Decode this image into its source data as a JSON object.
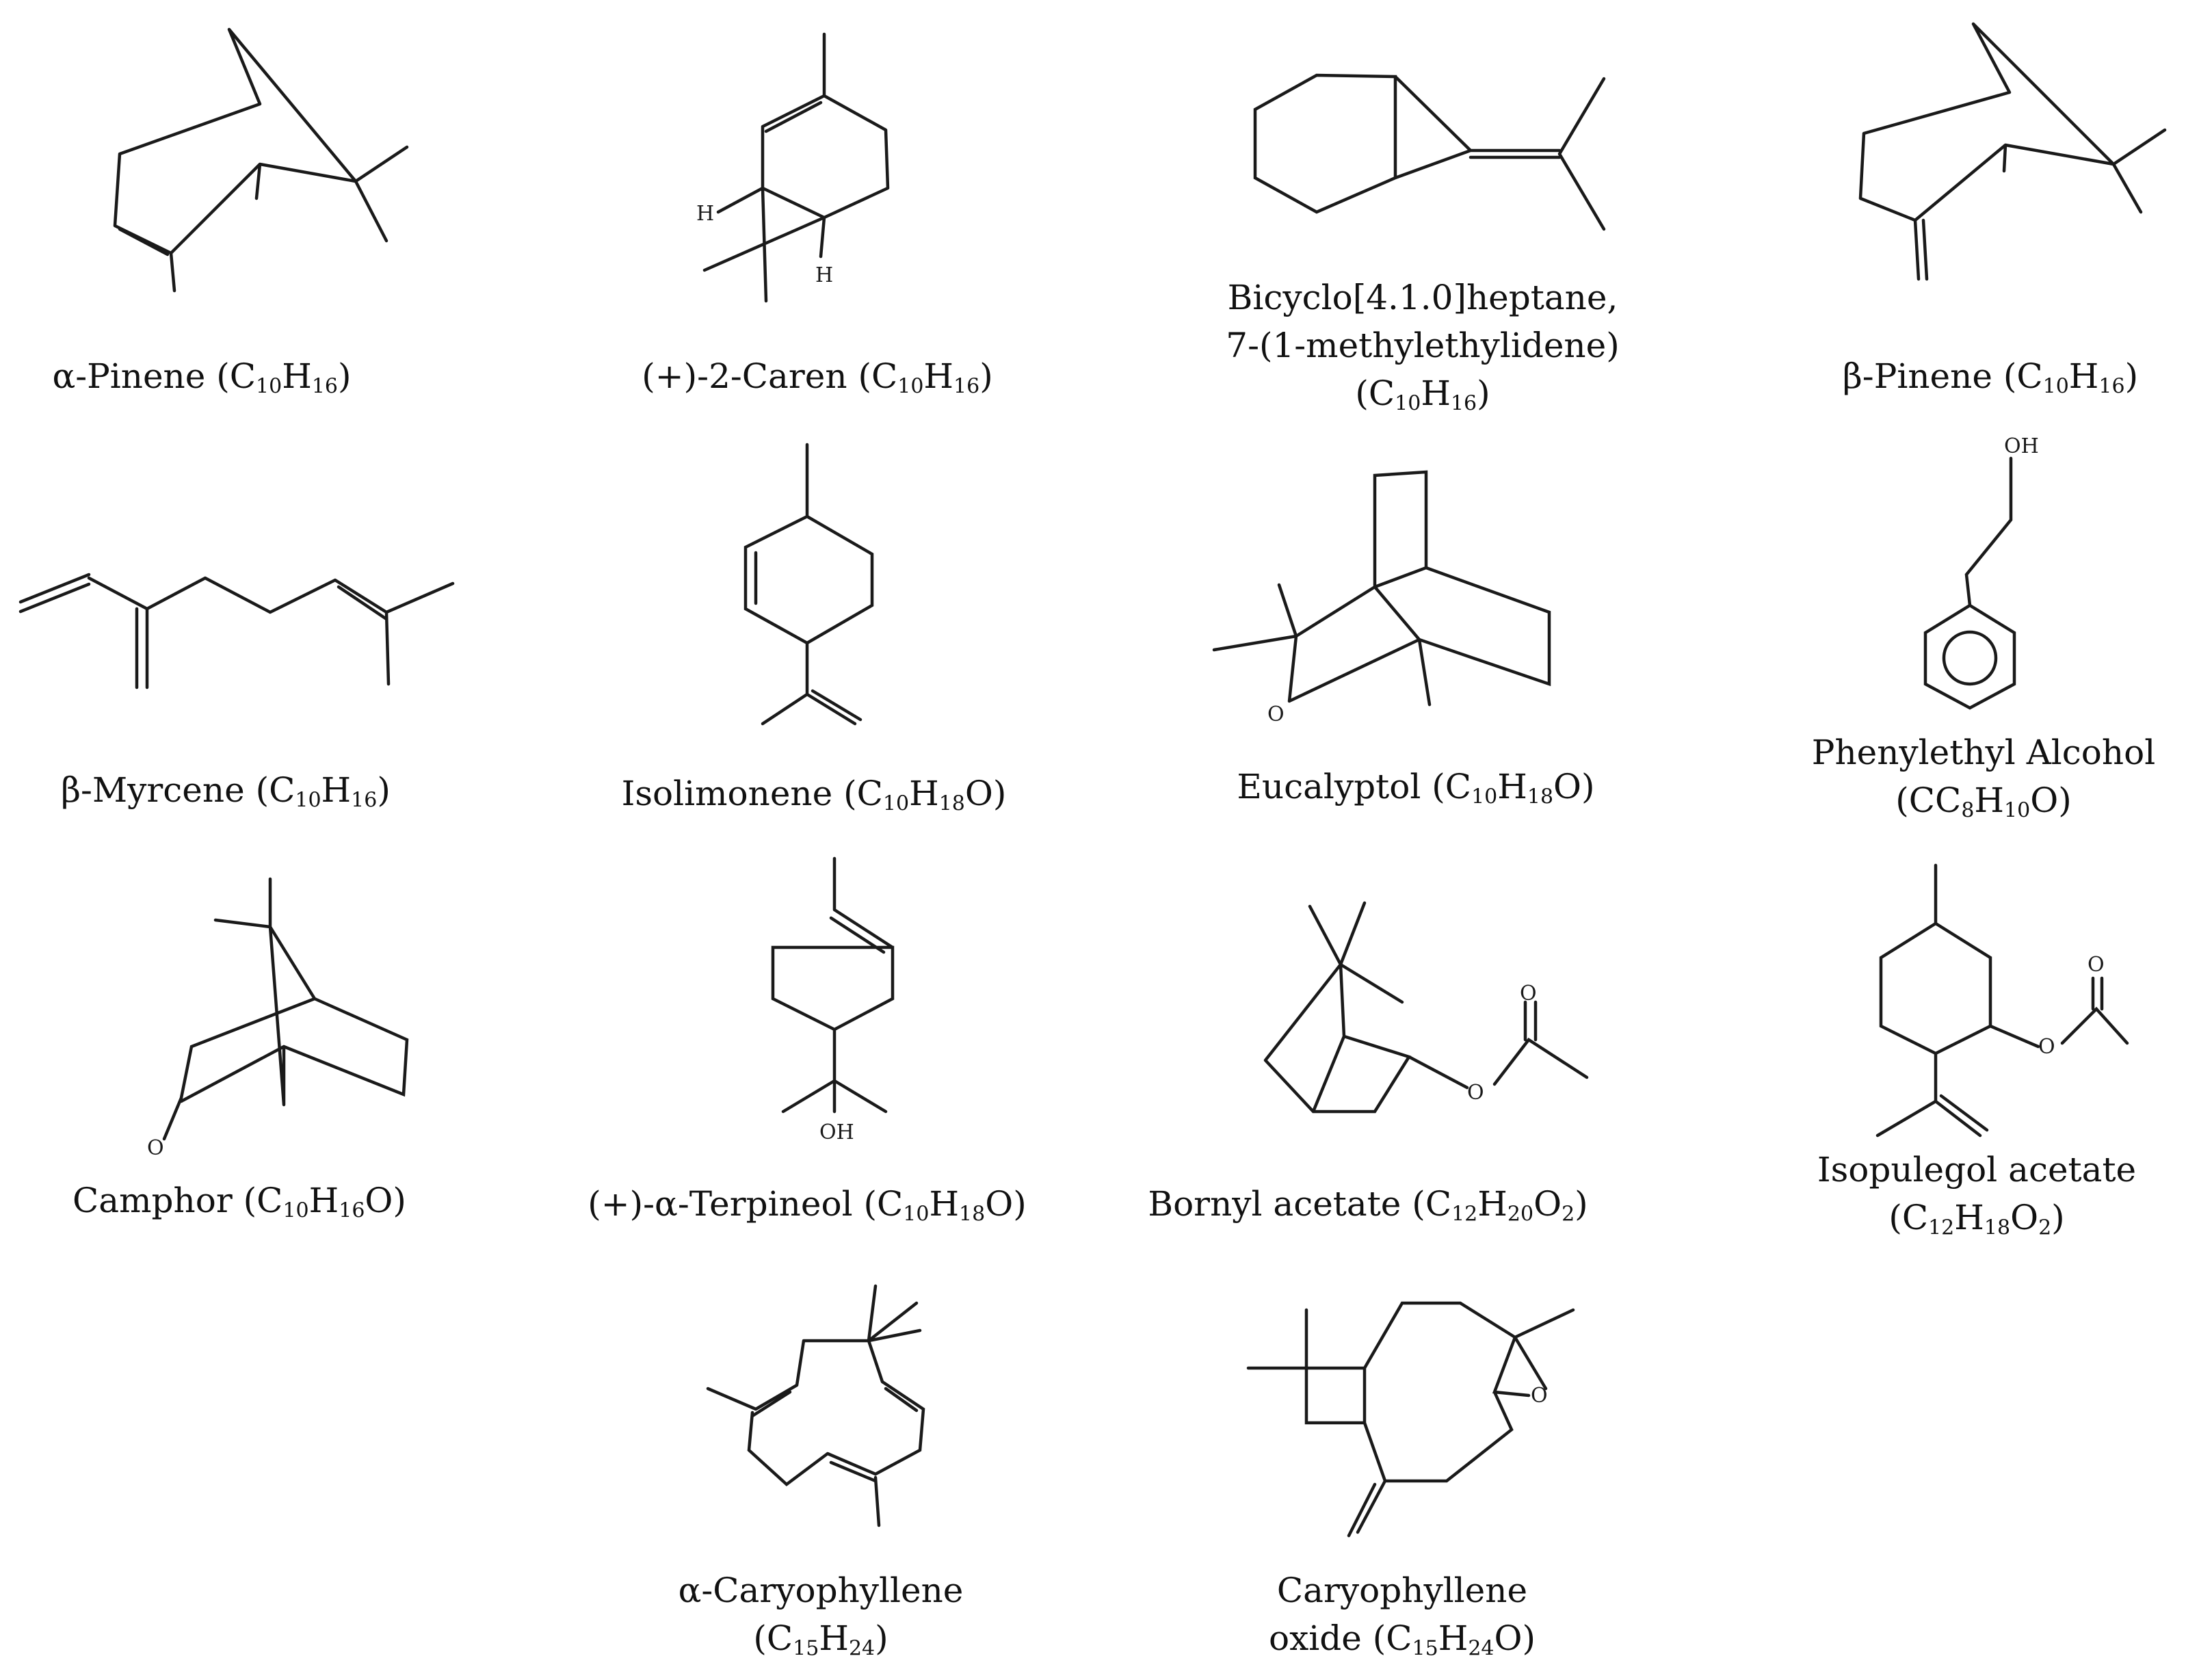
{
  "figure": {
    "molecules": [
      {
        "id": "a-pinene",
        "name": "α-Pinene",
        "formula": [
          [
            "C"
          ],
          [
            "10",
            "sub"
          ],
          [
            "H"
          ],
          [
            "16",
            "sub"
          ]
        ],
        "name_line_break": false
      },
      {
        "id": "2-carene",
        "name": "(+)-2-Caren",
        "formula": [
          [
            "C"
          ],
          [
            "10",
            "sub"
          ],
          [
            "H"
          ],
          [
            "16",
            "sub"
          ]
        ],
        "name_line_break": false,
        "atom_labels": [
          "H",
          "H"
        ]
      },
      {
        "id": "bicyclo",
        "name": "Bicyclo[4.1.0]heptane,",
        "name2": "7-(1-methylethylidene)",
        "formula": [
          [
            "C"
          ],
          [
            "10",
            "sub"
          ],
          [
            "H"
          ],
          [
            "16",
            "sub"
          ]
        ],
        "name_line_break": true
      },
      {
        "id": "b-pinene",
        "name": "β-Pinene",
        "formula": [
          [
            "C"
          ],
          [
            "10",
            "sub"
          ],
          [
            "H"
          ],
          [
            "16",
            "sub"
          ]
        ],
        "name_line_break": false
      },
      {
        "id": "b-myrcene",
        "name": "β-Myrcene ",
        "formula": [
          [
            "C"
          ],
          [
            "10",
            "sub"
          ],
          [
            "H"
          ],
          [
            "16",
            "sub"
          ]
        ],
        "name_line_break": false
      },
      {
        "id": "isolimonene",
        "name": "Isolimonene",
        "formula": [
          [
            "C"
          ],
          [
            "10",
            "sub"
          ],
          [
            "H"
          ],
          [
            "18",
            "sub"
          ],
          [
            "O"
          ]
        ],
        "name_line_break": false
      },
      {
        "id": "eucalyptol",
        "name": "Eucalyptol",
        "formula": [
          [
            "C"
          ],
          [
            "10",
            "sub"
          ],
          [
            "H"
          ],
          [
            "18",
            "sub"
          ],
          [
            "O"
          ]
        ],
        "name_line_break": false,
        "atom_labels": [
          "O"
        ]
      },
      {
        "id": "phenylethyl",
        "name": "Phenylethyl Alcohol",
        "formula": [
          [
            "CC"
          ],
          [
            "8",
            "sub"
          ],
          [
            "H"
          ],
          [
            "10",
            "sub"
          ],
          [
            "O"
          ]
        ],
        "name_line_break": true,
        "atom_labels": [
          "OH"
        ]
      },
      {
        "id": "camphor",
        "name": "Camphor",
        "formula": [
          [
            "C"
          ],
          [
            "10",
            "sub"
          ],
          [
            "H"
          ],
          [
            "16",
            "sub"
          ],
          [
            "O"
          ]
        ],
        "name_line_break": false,
        "atom_labels": [
          "O"
        ]
      },
      {
        "id": "terpineol",
        "name": "(+)-α-Terpineol",
        "formula": [
          [
            "C"
          ],
          [
            "10",
            "sub"
          ],
          [
            "H"
          ],
          [
            "18",
            "sub"
          ],
          [
            "O"
          ]
        ],
        "name_line_break": false,
        "atom_labels": [
          "OH"
        ]
      },
      {
        "id": "bornyl",
        "name": "Bornyl acetate ",
        "formula": [
          [
            "C"
          ],
          [
            "12",
            "sub"
          ],
          [
            "H"
          ],
          [
            "20",
            "sub"
          ],
          [
            "O"
          ],
          [
            "2",
            "sub"
          ]
        ],
        "name_line_break": false,
        "atom_labels": [
          "O",
          "O"
        ]
      },
      {
        "id": "isopulegol",
        "name": "Isopulegol acetate",
        "formula": [
          [
            "C"
          ],
          [
            "12",
            "sub"
          ],
          [
            "H"
          ],
          [
            "18",
            "sub"
          ],
          [
            "O"
          ],
          [
            "2",
            "sub"
          ]
        ],
        "name_line_break": true,
        "atom_labels": [
          "O",
          "O"
        ]
      },
      {
        "id": "a-caryophyllene",
        "name": "α-Caryophyllene",
        "formula": [
          [
            "C"
          ],
          [
            "15",
            "sub"
          ],
          [
            "H"
          ],
          [
            "24",
            "sub"
          ]
        ],
        "name_line_break": true
      },
      {
        "id": "caryophyllene-oxide",
        "name": "Caryophyllene",
        "name2": "oxide",
        "formula": [
          [
            "C"
          ],
          [
            "15",
            "sub"
          ],
          [
            "H"
          ],
          [
            "24",
            "sub"
          ],
          [
            "O"
          ]
        ],
        "name_line_break": true,
        "atom_labels": [
          "O"
        ]
      }
    ]
  }
}
